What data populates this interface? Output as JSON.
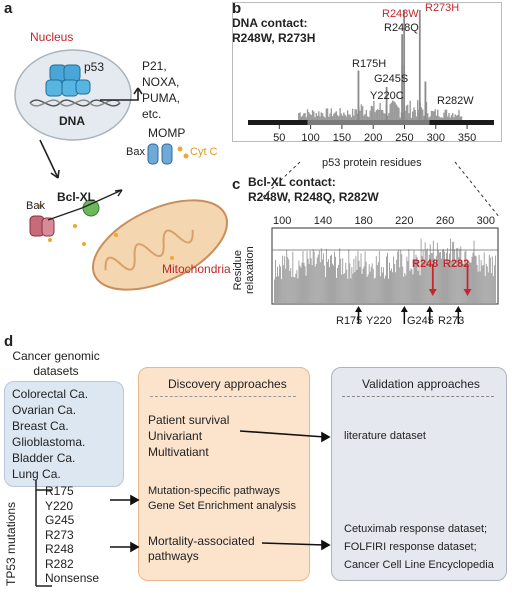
{
  "panel_a": {
    "label": "a",
    "nucleus": "Nucleus",
    "p53": "p53",
    "dna": "DNA",
    "targets": [
      "P21,",
      "NOXA,",
      "PUMA,",
      "etc."
    ],
    "momp": "MOMP",
    "bax": "Bax",
    "bak": "Bak",
    "cytc": "Cyt C",
    "bclxl": "Bcl-XL",
    "mito": "Mitochondria"
  },
  "panel_b": {
    "label": "b",
    "title_line1": "DNA contact:",
    "title_line2": "R248W, R273H",
    "peak_labels": [
      {
        "text": "R248W",
        "red": true
      },
      {
        "text": "R273H",
        "red": true
      },
      {
        "text": "R248Q",
        "red": false
      },
      {
        "text": "R175H",
        "red": false
      },
      {
        "text": "G245S",
        "red": false
      },
      {
        "text": "Y220C",
        "red": false
      },
      {
        "text": "R282W",
        "red": false
      }
    ],
    "xlabel": "p53 protein residues"
  },
  "panel_c": {
    "label": "c",
    "title_line1": "Bcl-XL contact:",
    "title_line2": "R248W, R248Q, R282W",
    "ylabel_1": "Residue",
    "ylabel_2": "relaxation",
    "red_labels": [
      "R248",
      "R282"
    ],
    "arrow_labels": [
      "R175",
      "Y220",
      "G245",
      "R273"
    ]
  },
  "chart_data": [
    {
      "type": "bar",
      "x": [
        175,
        220,
        245,
        248,
        248,
        273,
        282
      ],
      "peak_names": [
        "R175H",
        "Y220C",
        "G245S",
        "R248Q",
        "R248W",
        "R273H",
        "R282W"
      ],
      "values": [
        0.45,
        0.3,
        0.5,
        0.78,
        1.0,
        1.0,
        0.35
      ],
      "xlabel": "p53 protein residues",
      "xlim": [
        0,
        393
      ],
      "xticks": [
        50,
        100,
        150,
        200,
        250,
        300,
        350
      ]
    },
    {
      "type": "bar",
      "ylabel": "Residue relaxation",
      "xlim": [
        90,
        312
      ],
      "xticks": [
        100,
        140,
        180,
        220,
        260,
        300
      ],
      "highlight_residues": [
        248,
        282
      ]
    }
  ],
  "panel_d": {
    "label": "d",
    "heading_1": "Cancer genomic",
    "heading_2": "datasets",
    "datasets": [
      "Colorectal Ca.",
      "Ovarian Ca.",
      "Breast Ca.",
      "Glioblastoma.",
      "Bladder Ca.",
      "Lung Ca."
    ],
    "tp53_label": "TP53 mutations",
    "mutations": [
      "R175",
      "Y220",
      "G245",
      "R273",
      "R248",
      "R282",
      "Nonsense"
    ],
    "discovery_title": "Discovery approaches",
    "discovery_items": [
      "Patient survival",
      "Univariant",
      "Multivatiant",
      "Mutation-specific pathways",
      "Gene Set Enrichment analysis",
      "Mortality-associated",
      "pathways"
    ],
    "validation_title": "Validation approaches",
    "validation_items": [
      "literature dataset",
      "Cetuximab response dataset;",
      "FOLFIRI response dataset;",
      "Cancer Cell Line Encyclopedia"
    ]
  }
}
